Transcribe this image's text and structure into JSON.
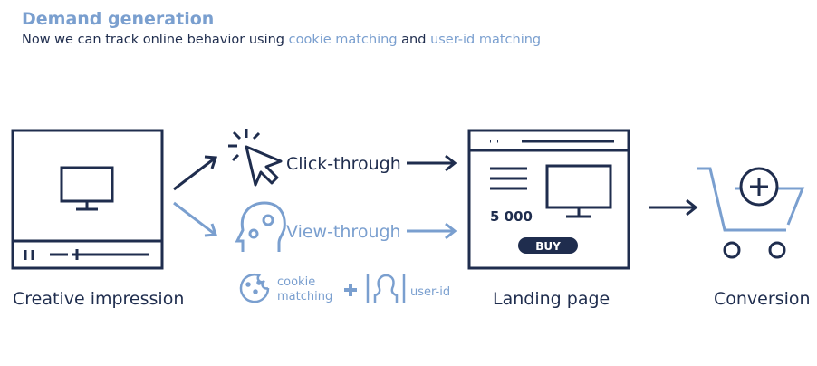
{
  "header": {
    "title": "Demand generation",
    "subtitle_prefix": "Now we can track online behavior using ",
    "subtitle_link1": "cookie matching",
    "subtitle_mid": " and ",
    "subtitle_link2": "user-id matching"
  },
  "steps": {
    "creative": "Creative impression",
    "click": "Click-through",
    "view": "View-through",
    "cookie_line1": "cookie",
    "cookie_line2": "matching",
    "userid": "user-id",
    "landing": "Landing page",
    "price": "5 000",
    "buy": "BUY",
    "conversion": "Conversion"
  },
  "colors": {
    "dark": "#1f2d4e",
    "light": "#7a9fcf"
  }
}
